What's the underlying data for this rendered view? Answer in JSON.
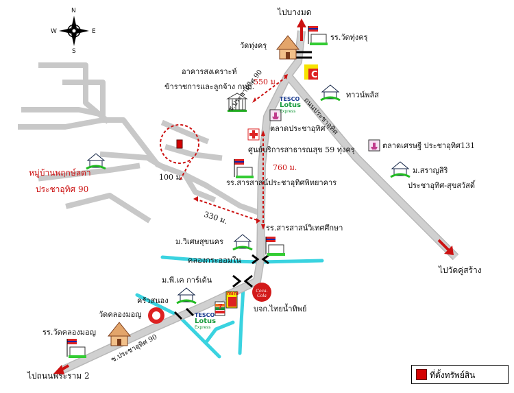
{
  "compass": {
    "n": "N",
    "s": "S",
    "e": "E",
    "w": "W"
  },
  "labels": {
    "to_bangmot": "ไปบางมด",
    "wat_thungkru_school": "รร.วัดทุ่งครุ",
    "wat_thungkru": "วัดทุ่งครุ",
    "welfare_building_1": "อาคารสงเคราะห์",
    "welfare_building_2": "ข้าราชการและลูกจ้าง กทม.",
    "dist_550": "550 ม.",
    "town_plus": "ทาวน์พลัส",
    "tesco_lotus_express": "TESCO Lotus Express",
    "pracha_uthit_market": "ตลาดประชาอุทิศ",
    "soi_pracha_uthit_90_upper": "ซ.ประชาอุทิศ 90",
    "thanon_pracha_uthit": "ถนนประชาอุทิศ",
    "health_center": "ศูนย์บริการสาธารณสุข 59 ทุ่งครุ",
    "dist_760": "760 ม.",
    "setthi_market": "ตลาดเศรษฐี ประชาอุทิศ131",
    "sarangsiri_1": "ม.สราญสิริ",
    "sarangsiri_2": "ประชาอุทิศ-สุขสวัสดิ์",
    "village_pruksa_1": "หมู่บ้านพฤกษ์ลดา",
    "village_pruksa_2": "ประชาอุทิศ 90",
    "dist_100": "100 ม.",
    "school_saratsart_pracha": "รร.สารสาสน์ประชาอุทิศพิทยาคาร",
    "dist_330": "330 ม.",
    "school_saratsart_witet": "รร.สารสาสน์วิเทศศึกษา",
    "wisetsukanakorn": "ม.วิเศษสุขนคร",
    "khlong_krachom_nai": "คลองกระออมใน",
    "to_wat_khusang": "ไปวัดคู่สร้าง",
    "pk_garden": "ม.พี.เค การ์เด้น",
    "krua_san_nong": "ครัวสนอง",
    "wat_khlong_mon": "วัดคลองมอญ",
    "thai_namthip": "บจก.ไทยน้ำทิพย์",
    "wat_khlong_mon_school": "รร.วัดคลองมอญ",
    "soi_pracha_uthit_90_lower": "ซ.ประชาอุทิศ 90",
    "to_rama2": "ไปถนนพระราม 2"
  },
  "logos": {
    "tesco_line1": "TESCO",
    "tesco_line2": "Lotus",
    "tesco_line3": "Express",
    "mini": "mini",
    "big_c": "C",
    "coca_cola": "Coca-Cola",
    "seven_eleven": "7"
  },
  "legend": {
    "label": "ที่ตั้งทรัพย์สิน"
  },
  "colors": {
    "road": "#c8c8c8",
    "road_edge": "#9a9a9a",
    "canal": "#3ad3e0",
    "distance": "#cc1111",
    "property_marker": "#d40000",
    "arrow": "#cc1111"
  }
}
